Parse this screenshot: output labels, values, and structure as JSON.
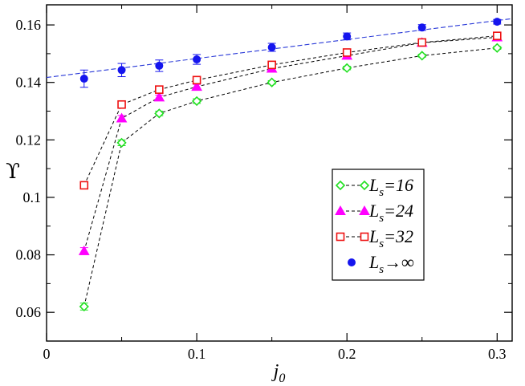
{
  "chart_data": {
    "type": "scatter",
    "xlabel": "j",
    "xlabel_sub": "0",
    "ylabel": "ϒ",
    "xlim": [
      0,
      0.31
    ],
    "ylim": [
      0.05,
      0.167
    ],
    "grid": false,
    "legend_placement": "center-right",
    "x_ticks": [
      0,
      0.1,
      0.2,
      0.3
    ],
    "x_tick_labels": [
      "0",
      "0.1",
      "0.2",
      "0.3"
    ],
    "y_ticks": [
      0.06,
      0.08,
      0.1,
      0.12,
      0.14,
      0.16
    ],
    "y_tick_labels": [
      "0.06",
      "0.08",
      "0.1",
      "0.12",
      "0.14",
      "0.16"
    ],
    "series": [
      {
        "name": "Ls=16",
        "legend_text": "L",
        "legend_sub": "s",
        "legend_tail": "=16",
        "color": "#22e022",
        "marker": "diamond-open",
        "line": "dashed-black",
        "x": [
          0.025,
          0.05,
          0.075,
          0.1,
          0.15,
          0.2,
          0.25,
          0.3
        ],
        "y": [
          0.062,
          0.119,
          0.1292,
          0.1335,
          0.14,
          0.145,
          0.1493,
          0.152
        ],
        "err": [
          0.0012,
          0.001,
          0.0008,
          0.0008,
          0.0006,
          0.0006,
          0.0005,
          0.0005
        ]
      },
      {
        "name": "Ls=24",
        "legend_text": "L",
        "legend_sub": "s",
        "legend_tail": "=24",
        "color": "#ff00ff",
        "marker": "triangle-filled",
        "line": "dashed-black",
        "x": [
          0.025,
          0.05,
          0.075,
          0.1,
          0.15,
          0.2,
          0.25,
          0.3
        ],
        "y": [
          0.0813,
          0.1275,
          0.1348,
          0.1385,
          0.1448,
          0.1493,
          0.1538,
          0.1557
        ],
        "err": [
          0.0012,
          0.001,
          0.0008,
          0.0008,
          0.0006,
          0.0006,
          0.0005,
          0.0005
        ]
      },
      {
        "name": "Ls=32",
        "legend_text": "L",
        "legend_sub": "s",
        "legend_tail": "=32",
        "color": "#ee1111",
        "marker": "square-open",
        "line": "dashed-black",
        "x": [
          0.025,
          0.05,
          0.075,
          0.1,
          0.15,
          0.2,
          0.25,
          0.3
        ],
        "y": [
          0.1042,
          0.1323,
          0.1375,
          0.1408,
          0.1461,
          0.1504,
          0.1539,
          0.1562
        ],
        "err": [
          0.0012,
          0.001,
          0.0008,
          0.0008,
          0.0006,
          0.0006,
          0.0005,
          0.0005
        ]
      },
      {
        "name": "Ls→∞",
        "legend_text": "L",
        "legend_sub": "s",
        "legend_tail": "→∞",
        "color": "#1515ee",
        "marker": "circle-filled",
        "line": "none",
        "x": [
          0.025,
          0.05,
          0.075,
          0.1,
          0.15,
          0.2,
          0.25,
          0.3
        ],
        "y": [
          0.1413,
          0.1443,
          0.1458,
          0.148,
          0.1522,
          0.156,
          0.1591,
          0.1611
        ],
        "err": [
          0.003,
          0.0023,
          0.002,
          0.0017,
          0.0014,
          0.0012,
          0.001,
          0.0008
        ]
      }
    ],
    "fit_line": {
      "color": "#2a3ad8",
      "style": "dashed",
      "x": [
        0,
        0.31
      ],
      "y": [
        0.1417,
        0.1622
      ]
    }
  }
}
